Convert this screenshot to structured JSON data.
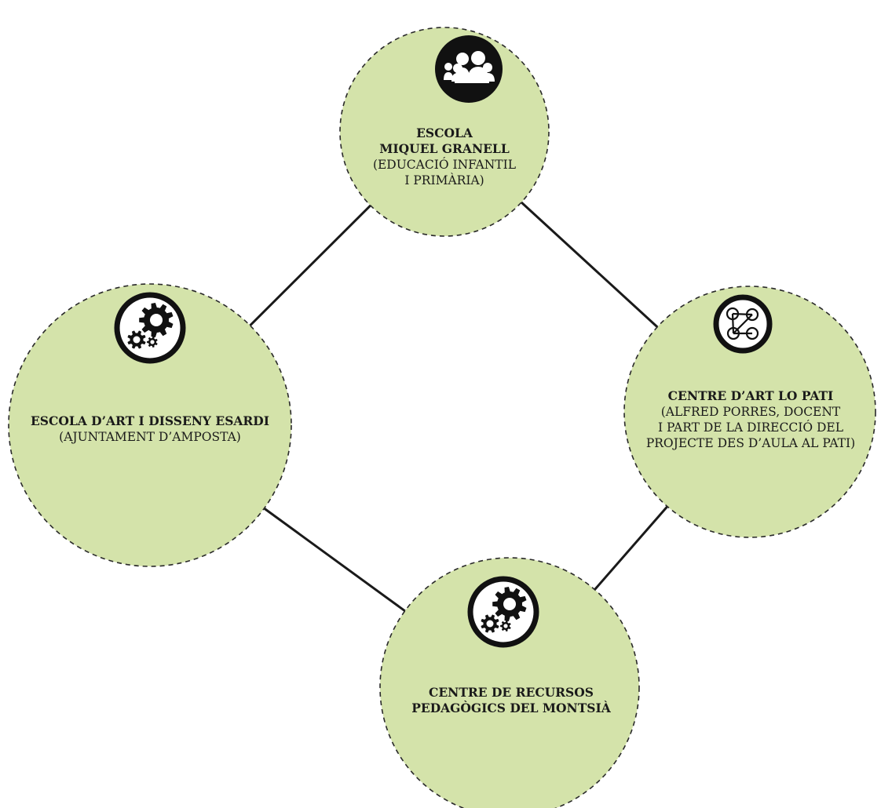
{
  "diagram": {
    "colors": {
      "node_fill": "#d4e3aa",
      "node_stroke": "#2a2a2a",
      "connector": "#1a1a1a",
      "icon": "#111111"
    },
    "nodes": [
      {
        "id": "escola-miquel-granell",
        "icon": "people-group-icon",
        "title": [
          "ESCOLA",
          "MIQUEL GRANELL"
        ],
        "subtitle": [
          "(EDUCACIÓ INFANTIL",
          "I PRIMÀRIA)"
        ]
      },
      {
        "id": "escola-art-disseny-esardi",
        "icon": "gears-icon",
        "title": [
          "ESCOLA D’ART I DISSENY ESARDI"
        ],
        "subtitle": [
          "(AJUNTAMENT D’AMPOSTA)"
        ]
      },
      {
        "id": "centre-art-lo-pati",
        "icon": "network-icon",
        "title": [
          "CENTRE D’ART LO PATI"
        ],
        "subtitle": [
          "(ALFRED PORRES, DOCENT",
          "I PART DE LA DIRECCIÓ DEL",
          "PROJECTE DES D’AULA AL PATI)"
        ]
      },
      {
        "id": "centre-recursos-pedagogics-montsia",
        "icon": "gears-icon",
        "title": [
          "CENTRE DE RECURSOS",
          "PEDAGÒGICS DEL MONTSIÀ"
        ],
        "subtitle": []
      }
    ],
    "connections": [
      [
        "escola-miquel-granell",
        "escola-art-disseny-esardi"
      ],
      [
        "escola-miquel-granell",
        "centre-art-lo-pati"
      ],
      [
        "escola-art-disseny-esardi",
        "centre-recursos-pedagogics-montsia"
      ],
      [
        "centre-art-lo-pati",
        "centre-recursos-pedagogics-montsia"
      ]
    ]
  }
}
